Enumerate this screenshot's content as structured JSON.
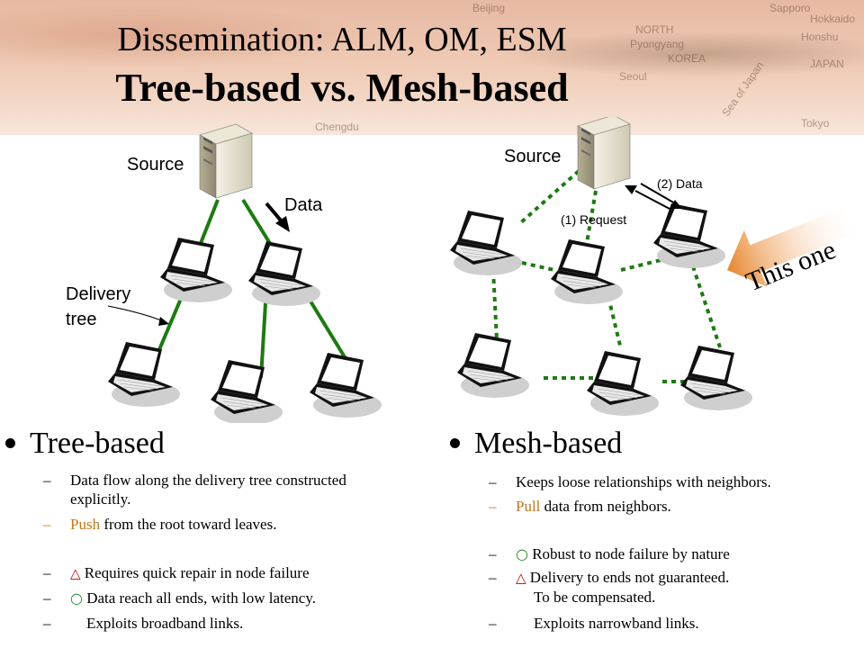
{
  "title_line1": "Dissemination: ALM, OM, ESM",
  "title_line2": "Tree-based vs. Mesh-based",
  "banner_map_labels": [
    "Beijing",
    "NORTH",
    "Pyongyang",
    "KOREA",
    "Seoul",
    "Sapporo",
    "Hokkaido",
    "Honshu",
    "JAPAN",
    "Tokyo",
    "Sea of Japan",
    "Chengdu"
  ],
  "tree_diagram": {
    "source_label": "Source",
    "data_label": "Data",
    "delivery_tree_label_line1": "Delivery",
    "delivery_tree_label_line2": "tree"
  },
  "mesh_diagram": {
    "source_label": "Source",
    "request_label": "(1) Request",
    "data_label": "(2) Data",
    "callout": "This one"
  },
  "tree_section": {
    "heading": "Tree-based",
    "items": [
      {
        "dash": "–",
        "text": "Data flow along the delivery tree constructed",
        "text2": "explicitly."
      },
      {
        "dash": "–",
        "highlight": "Push",
        "text": " from the root toward leaves."
      },
      {
        "dash": "–",
        "symbol": "△",
        "text": " Requires quick repair in node failure"
      },
      {
        "dash": "–",
        "symbol": "○",
        "text": " Data reach all ends, with low latency."
      },
      {
        "dash": "–",
        "text": "Exploits broadband links."
      }
    ]
  },
  "mesh_section": {
    "heading": "Mesh-based",
    "items": [
      {
        "dash": "–",
        "text": "Keeps loose relationships with neighbors."
      },
      {
        "dash": "–",
        "highlight": "Pull",
        "text": " data from neighbors."
      },
      {
        "dash": "–",
        "symbol": "○",
        "text": " Robust to node failure by nature"
      },
      {
        "dash": "–",
        "symbol": "△",
        "text": " Delivery to ends not guaranteed.",
        "text2": "To be compensated."
      },
      {
        "dash": "–",
        "text": "Exploits narrowband links."
      }
    ]
  },
  "colors": {
    "tree_link": "#1e7a12",
    "mesh_link": "#1e7a12",
    "highlight": "#c07818",
    "triangle": "#c00000",
    "circle": "#2a8a2a",
    "callout_arrow": "#e8842a"
  }
}
